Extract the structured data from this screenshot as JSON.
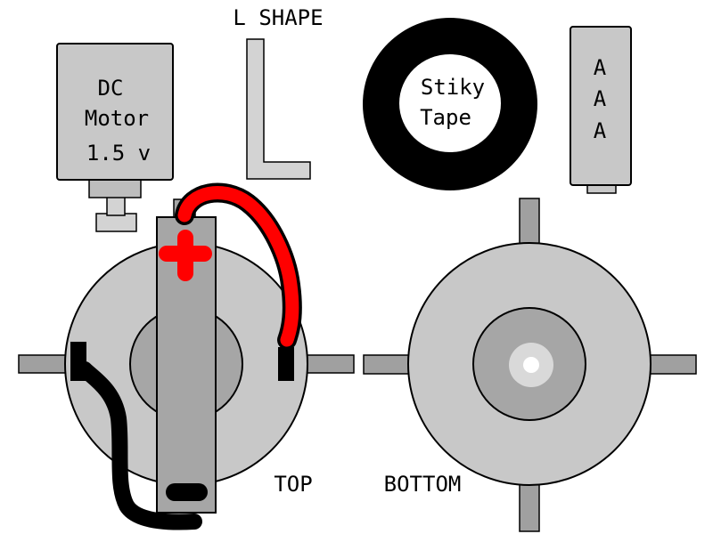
{
  "labels": {
    "motor_line1": "DC",
    "motor_line2": "Motor",
    "motor_line3": "1.5 v",
    "l_shape": "L SHAPE",
    "tape_line1": "Stiky",
    "tape_line2": "Tape",
    "battery_a1": "A",
    "battery_a2": "A",
    "battery_a3": "A",
    "top": "TOP",
    "bottom": "BOTTOM"
  },
  "colors": {
    "part_fill": "#c8c8c8",
    "hub_fill": "#a6a6a6",
    "battery_fill": "#a6a6a6",
    "positive_wire": "#ff0000",
    "negative_wire": "#000000",
    "outline": "#000000",
    "tape_ring": "#000000",
    "spoke_fill": "#a0a0a0"
  }
}
